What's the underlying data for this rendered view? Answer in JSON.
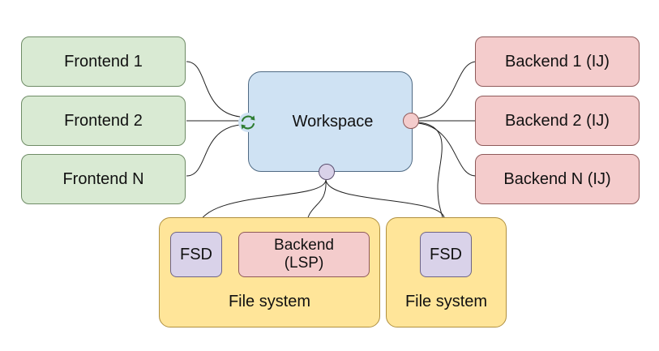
{
  "frontends": [
    {
      "label": "Frontend 1"
    },
    {
      "label": "Frontend 2"
    },
    {
      "label": "Frontend N"
    }
  ],
  "backends": [
    {
      "label": "Backend 1 (IJ)"
    },
    {
      "label": "Backend 2 (IJ)"
    },
    {
      "label": "Backend N (IJ)"
    }
  ],
  "workspace": {
    "label": "Workspace"
  },
  "file_system_left": {
    "fsd_label": "FSD",
    "backend_label": "Backend\n(LSP)",
    "label": "File system"
  },
  "file_system_right": {
    "fsd_label": "FSD",
    "label": "File system"
  },
  "colors": {
    "frontend": "#d9ead3",
    "backend": "#f4cccc",
    "workspace": "#cfe2f3",
    "file_system": "#ffe599",
    "fsd": "#d9d2e9",
    "sync_icon": "#2e7d32",
    "backend_port": "#f4cccc",
    "fs_port": "#d9d2e9"
  },
  "icons": {
    "sync": "sync-icon"
  }
}
